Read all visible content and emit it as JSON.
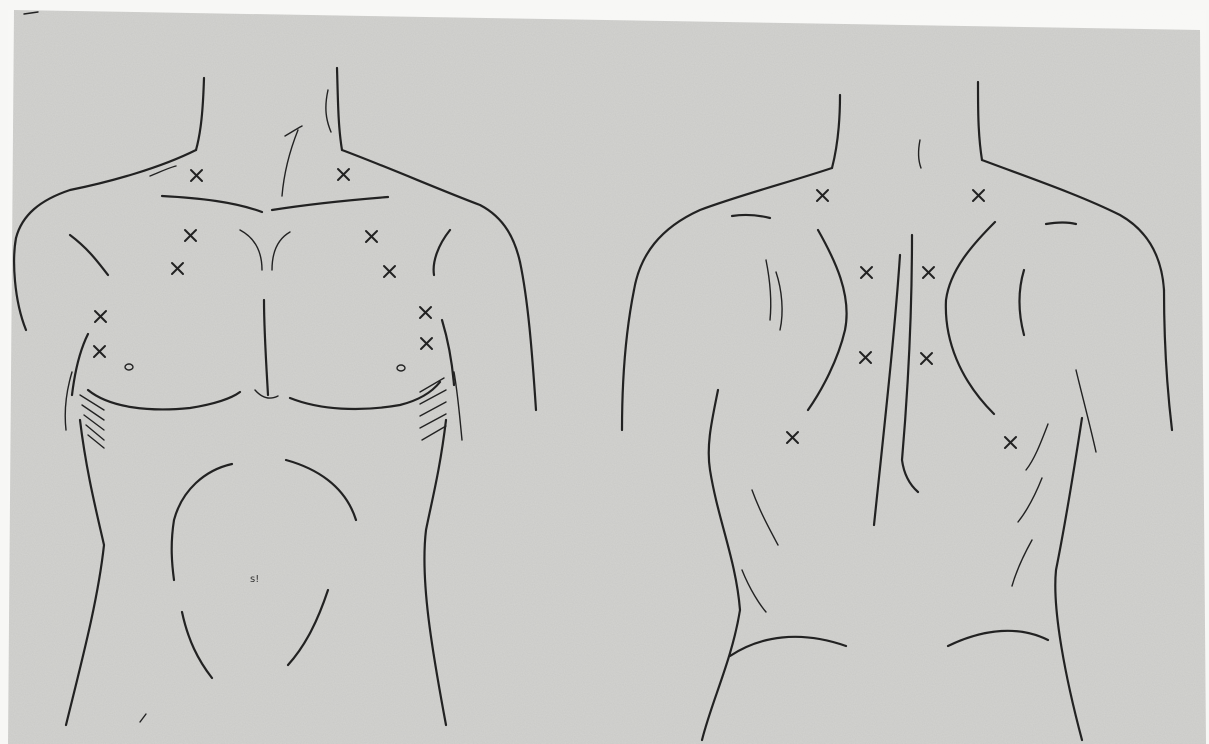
{
  "figure": {
    "background_color": "#c9c9c6",
    "line_color": "#222222",
    "marker_symbol": "×",
    "views": [
      {
        "name": "anterior-torso"
      },
      {
        "name": "posterior-torso"
      }
    ],
    "navel_label": "s!"
  }
}
